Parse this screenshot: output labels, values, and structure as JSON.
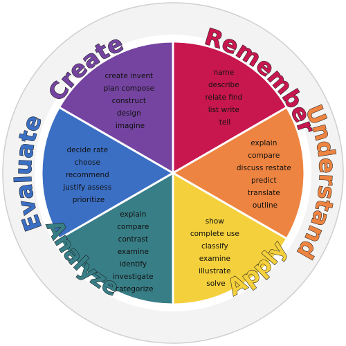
{
  "wheel": {
    "segments": [
      {
        "id": "remember",
        "label": "Remember",
        "color": "#c8174f",
        "verbs": [
          "name",
          "describe",
          "relate  find",
          "list  write",
          "tell"
        ]
      },
      {
        "id": "understand",
        "label": "Understand",
        "color": "#ee8441",
        "verbs": [
          "explain",
          "compare",
          "discuss restate",
          "predict",
          "translate",
          "outline"
        ]
      },
      {
        "id": "apply",
        "label": "Apply",
        "color": "#f4d03c",
        "verbs": [
          "show",
          "complete  use",
          "classify",
          "examine",
          "illustrate",
          "solve"
        ]
      },
      {
        "id": "analyze",
        "label": "Analyze",
        "color": "#387e86",
        "verbs": [
          "explain",
          "compare",
          "contrast",
          "examine",
          "identify",
          "investigate",
          "categorize"
        ]
      },
      {
        "id": "evaluate",
        "label": "Evaluate",
        "color": "#3b6fc4",
        "verbs": [
          "decide  rate",
          "choose",
          "recommend",
          "justify  assess",
          "prioritize"
        ]
      },
      {
        "id": "create",
        "label": "Create",
        "color": "#7444a0",
        "verbs": [
          "create  invent",
          "plan  compose",
          "construct",
          "design",
          "imagine"
        ]
      }
    ]
  }
}
